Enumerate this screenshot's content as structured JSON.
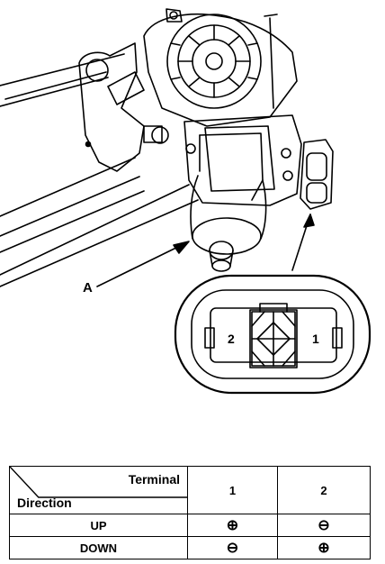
{
  "callout": {
    "label": "A"
  },
  "connector": {
    "pin_left": "2",
    "pin_right": "1"
  },
  "table": {
    "header_terminal": "Terminal",
    "header_direction": "Direction",
    "columns": [
      "1",
      "2"
    ],
    "rows": [
      {
        "direction": "UP",
        "values": [
          "⊕",
          "⊖"
        ]
      },
      {
        "direction": "DOWN",
        "values": [
          "⊖",
          "⊕"
        ]
      }
    ]
  }
}
